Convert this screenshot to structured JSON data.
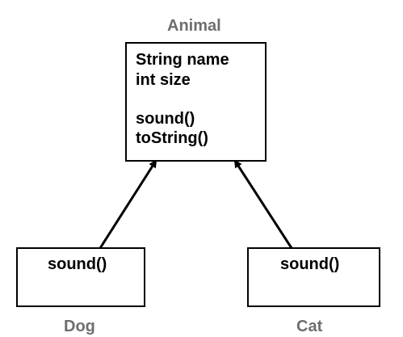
{
  "diagram": {
    "classes": {
      "animal": {
        "name": "Animal",
        "fields": [
          "String name",
          "int size"
        ],
        "methods": [
          "sound()",
          "toString()"
        ]
      },
      "dog": {
        "name": "Dog",
        "methods": [
          "sound()"
        ]
      },
      "cat": {
        "name": "Cat",
        "methods": [
          "sound()"
        ]
      }
    },
    "relations": [
      {
        "from": "Dog",
        "to": "Animal",
        "type": "inheritance"
      },
      {
        "from": "Cat",
        "to": "Animal",
        "type": "inheritance"
      }
    ],
    "colors": {
      "class_name": "#6e6e6e",
      "line": "#000000",
      "text": "#000000"
    }
  }
}
